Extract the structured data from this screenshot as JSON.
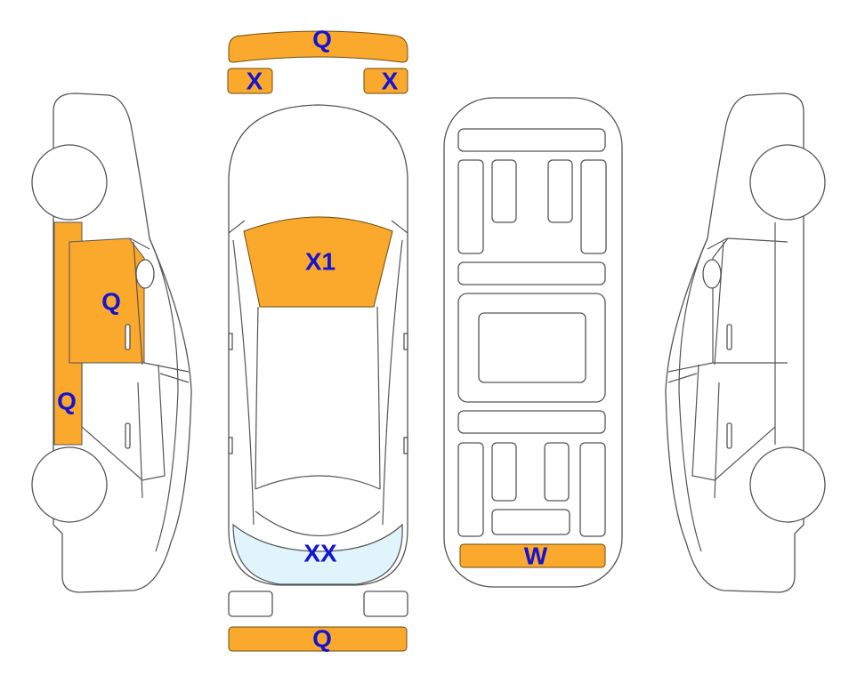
{
  "colors": {
    "damage_orange": "#fba92d",
    "glass_blue": "#dff4fb",
    "label_blue": "#1414d2",
    "outline": "#555555"
  },
  "labels": {
    "front_bumper": "Q",
    "left_headlight": "X",
    "right_headlight": "X",
    "windshield": "X1",
    "rear_window": "XX",
    "rear_bumper": "Q",
    "left_front_door": "Q",
    "left_rocker": "Q",
    "underbody_rear": "W"
  }
}
